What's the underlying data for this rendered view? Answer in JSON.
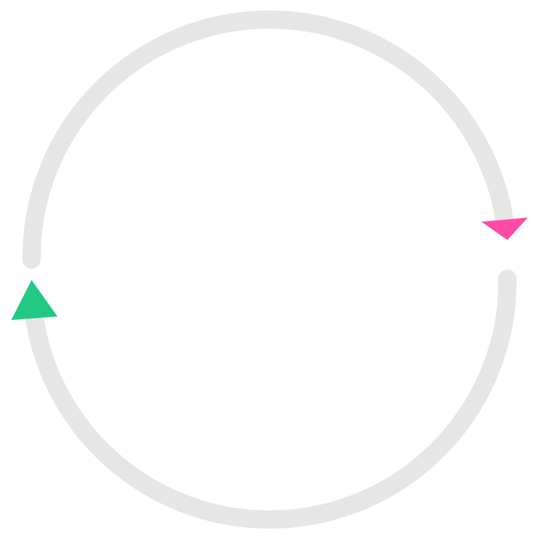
{
  "diagram": {
    "type": "cycle",
    "background_color": "#ffffff",
    "track_color": "#e6e6e6",
    "arrows": [
      {
        "name": "down-arrow",
        "direction": "down",
        "color": "#ff4aa6"
      },
      {
        "name": "up-arrow",
        "direction": "up",
        "color": "#21c985"
      }
    ]
  }
}
